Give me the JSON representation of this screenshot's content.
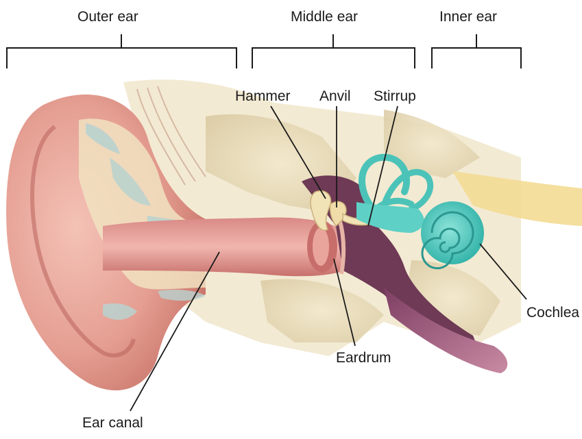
{
  "sections": {
    "outer": "Outer ear",
    "middle": "Middle ear",
    "inner": "Inner ear"
  },
  "parts": {
    "hammer": "Hammer",
    "anvil": "Anvil",
    "stirrup": "Stirrup",
    "cochlea": "Cochlea",
    "eardrum": "Eardrum",
    "ear_canal": "Ear canal"
  },
  "colors": {
    "skin": "#e8a79c",
    "skin_dark": "#c9776f",
    "bone": "#ece0bf",
    "cartilage_gap": "#b9d2cf",
    "inner_ear": "#5fd0c6",
    "middle_cavity": "#6e3a55",
    "tube": "#a8607f",
    "ossicle": "#f1e3b6"
  }
}
